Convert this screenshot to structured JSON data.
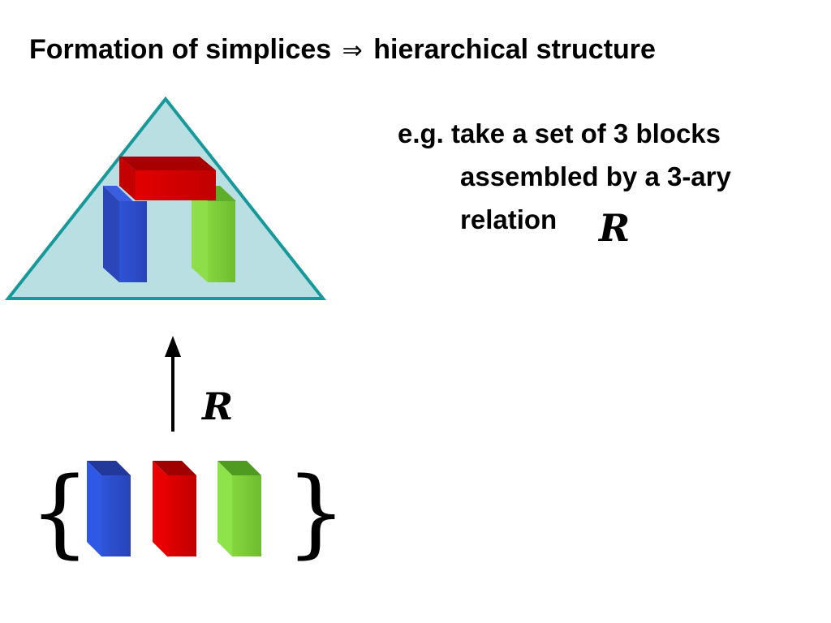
{
  "title": {
    "text_before": "Formation of simplices",
    "arrow_symbol": "⇒",
    "text_after": "hierarchical structure"
  },
  "description": {
    "line1": "e.g. take a set of 3 blocks",
    "line2": "assembled by a 3-ary",
    "line3": "relation"
  },
  "relation_symbol": "R",
  "set_braces": {
    "open": "{",
    "close": "}"
  },
  "colors": {
    "triangle_fill": "#b9dfe3",
    "triangle_stroke": "#16999b",
    "block_blue": "#2f50d6",
    "block_red": "#dd0000",
    "block_green": "#7fcd3a"
  }
}
